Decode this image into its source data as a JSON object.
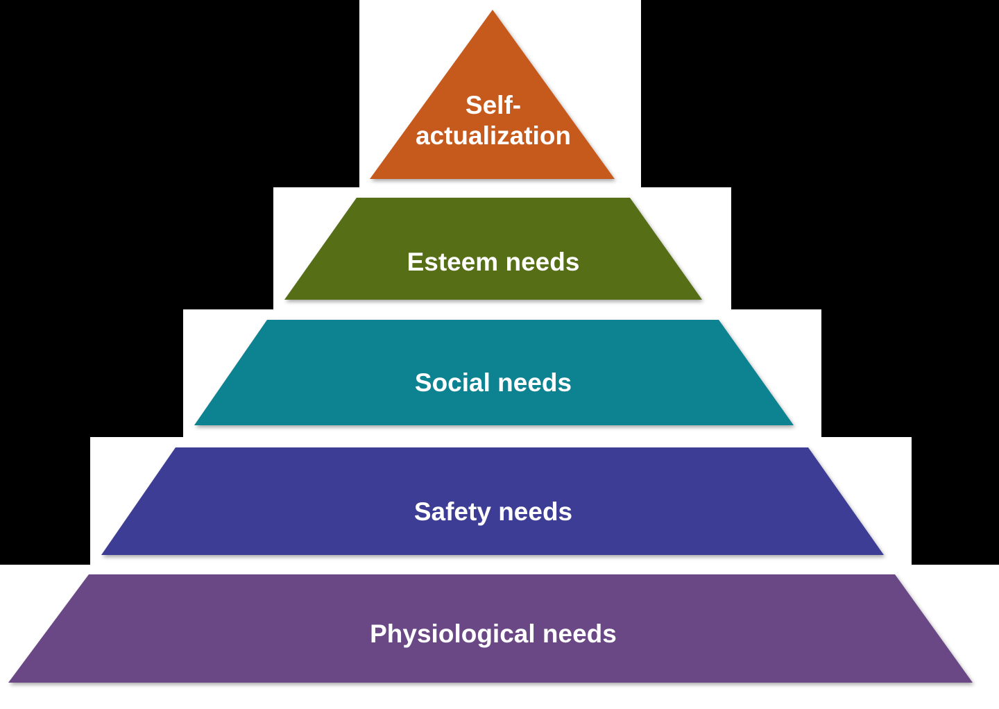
{
  "diagram": {
    "background_color": "#000000",
    "step_color": "#ffffff",
    "tiers": [
      {
        "lines": [
          "Self-",
          "actualization"
        ],
        "color": "#c65a1e"
      },
      {
        "lines": [
          "Esteem needs"
        ],
        "color": "#566e16"
      },
      {
        "lines": [
          "Social needs"
        ],
        "color": "#0b8291"
      },
      {
        "lines": [
          "Safety needs"
        ],
        "color": "#3e3c95"
      },
      {
        "lines": [
          "Physiological needs"
        ],
        "color": "#6a4685"
      }
    ]
  }
}
